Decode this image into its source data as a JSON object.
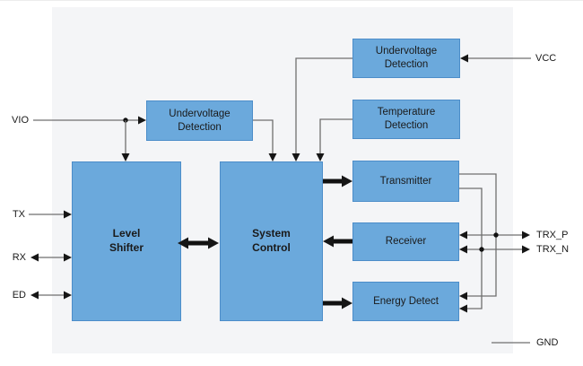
{
  "diagram": {
    "type": "transceiver-functional-block-diagram",
    "blocks": {
      "uvd_io": {
        "line1": "Undervoltage",
        "line2": "Detection"
      },
      "uvd_vcc": {
        "line1": "Undervoltage",
        "line2": "Detection"
      },
      "temp": {
        "line1": "Temperature",
        "line2": "Detection"
      },
      "level_shifter": {
        "line1": "Level",
        "line2": "Shifter"
      },
      "system_control": {
        "line1": "System",
        "line2": "Control"
      },
      "transmitter": {
        "label": "Transmitter"
      },
      "receiver": {
        "label": "Receiver"
      },
      "energy_detect": {
        "label": "Energy Detect"
      }
    },
    "pins": {
      "vio": "VIO",
      "tx": "TX",
      "rx": "RX",
      "ed": "ED",
      "vcc": "VCC",
      "trx_p": "TRX_P",
      "trx_n": "TRX_N",
      "gnd": "GND"
    },
    "colors": {
      "block_fill": "#6BA9DC",
      "block_border": "#4C8DC9",
      "canvas_background": "#F4F5F7",
      "page_background": "#FFFFFF",
      "wire": "#6F6F6F",
      "arrow": "#161616",
      "text": "#1A1A1A"
    }
  }
}
